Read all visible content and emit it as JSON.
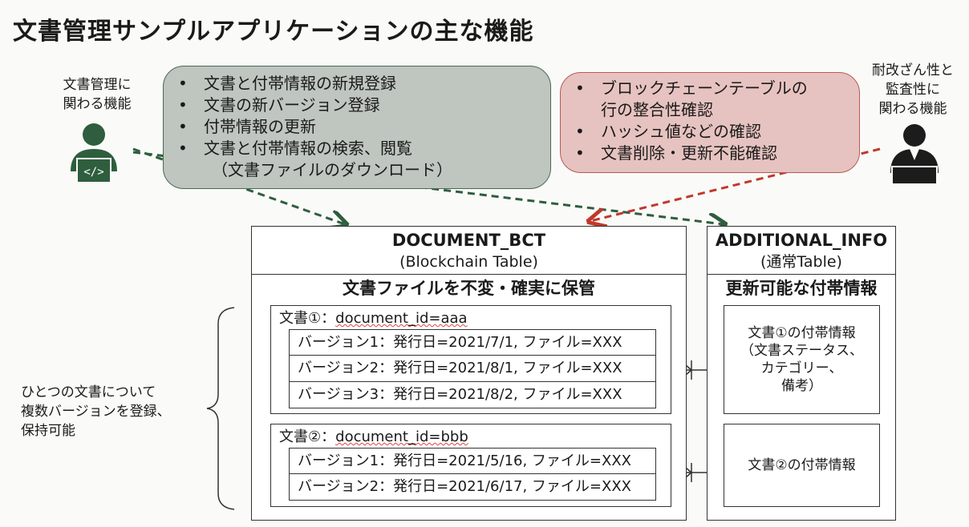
{
  "title": "文書管理サンプルアプリケーションの主な機能",
  "left_actor": {
    "label_line1": "文書管理に",
    "label_line2": "関わる機能",
    "icon": "developer-laptop-icon"
  },
  "right_actor": {
    "label_line1": "耐改ざん性と",
    "label_line2": "監査性に",
    "label_line3": "関わる機能",
    "icon": "businessperson-laptop-icon"
  },
  "green_bubble": {
    "items": [
      "文書と付帯情報の新規登録",
      "文書の新バージョン登録",
      "付帯情報の更新",
      "文書と付帯情報の検索、閲覧"
    ],
    "sub": "（文書ファイルのダウンロード）"
  },
  "red_bubble": {
    "item1_line1": "ブロックチェーンテーブルの",
    "item1_line2": "行の整合性確認",
    "item2": "ハッシュ値などの確認",
    "item3": "文書削除・更新不能確認"
  },
  "bct": {
    "name": "DOCUMENT_BCT",
    "subtitle": "(Blockchain Table)",
    "section": "文書ファイルを不変・確実に保管",
    "doc1": {
      "label_prefix": "文書①：",
      "label_id": "document_id=aaa",
      "versions": [
        "バージョン1：発行日=2021/7/1, ファイル=XXX",
        "バージョン2：発行日=2021/8/1, ファイル=XXX",
        "バージョン3：発行日=2021/8/2, ファイル=XXX"
      ]
    },
    "doc2": {
      "label_prefix": "文書②：",
      "label_id": "document_id=bbb",
      "versions": [
        "バージョン1：発行日=2021/5/16, ファイル=XXX",
        "バージョン2：発行日=2021/6/17, ファイル=XXX"
      ]
    }
  },
  "info": {
    "name": "ADDITIONAL_INFO",
    "subtitle": "(通常Table)",
    "section": "更新可能な付帯情報",
    "doc1": "文書①の付帯情報\n（文書ステータス、\nカテゴリー、\n備考）",
    "doc2": "文書②の付帯情報"
  },
  "brace_label": {
    "line1": "ひとつの文書について",
    "line2": "複数バージョンを登録、",
    "line3": "保持可能"
  },
  "colors": {
    "green_arrow": "#2e5e3e",
    "red_arrow": "#c0392b",
    "green_fill": "#bfc5bf",
    "red_fill": "#e6c3c0"
  }
}
